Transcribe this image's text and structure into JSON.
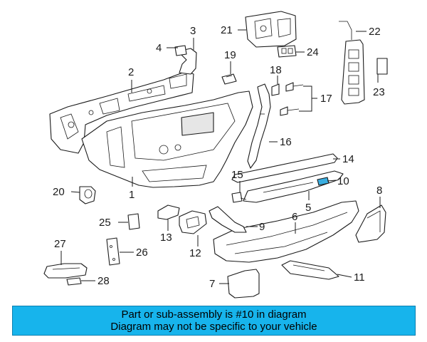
{
  "diagram": {
    "callouts": [
      "1",
      "2",
      "3",
      "4",
      "5",
      "6",
      "7",
      "8",
      "9",
      "10",
      "11",
      "12",
      "13",
      "14",
      "15",
      "16",
      "17",
      "18",
      "19",
      "20",
      "21",
      "22",
      "23",
      "24",
      "25",
      "26",
      "27",
      "28"
    ],
    "highlighted_part": "10",
    "highlight_color": "#3aaee0"
  },
  "banner": {
    "line1": "Part or sub-assembly is #10 in diagram",
    "line2": "Diagram may not be specific to your vehicle",
    "background": "#17b4ec"
  }
}
